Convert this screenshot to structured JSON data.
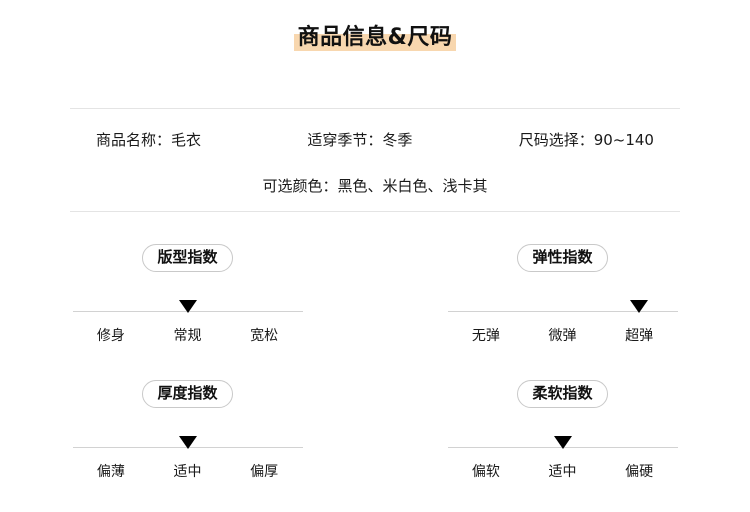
{
  "header": {
    "title": "商品信息&尺码",
    "highlight_color": "#f8d7af"
  },
  "info": {
    "row1": [
      {
        "label": "商品名称：",
        "value": "毛衣",
        "text": "商品名称：毛衣"
      },
      {
        "label": "适穿季节：",
        "value": "冬季",
        "text": "适穿季节：冬季"
      },
      {
        "label": "尺码选择：",
        "value": "90~140",
        "text": "尺码选择：90~140"
      }
    ],
    "row2": {
      "label": "可选颜色：",
      "value": "黑色、米白色、浅卡其",
      "text": "可选颜色：黑色、米白色、浅卡其"
    }
  },
  "indices": [
    {
      "name": "版型指数",
      "options": [
        "修身",
        "常规",
        "宽松"
      ],
      "selected_index": 1,
      "selected": "常规"
    },
    {
      "name": "弹性指数",
      "options": [
        "无弹",
        "微弹",
        "超弹"
      ],
      "selected_index": 2,
      "selected": "超弹"
    },
    {
      "name": "厚度指数",
      "options": [
        "偏薄",
        "适中",
        "偏厚"
      ],
      "selected_index": 1,
      "selected": "适中"
    },
    {
      "name": "柔软指数",
      "options": [
        "偏软",
        "适中",
        "偏硬"
      ],
      "selected_index": 1,
      "selected": "适中"
    }
  ],
  "colors": {
    "background": "#ffffff",
    "text": "#1a1a1a",
    "divider": "#e4e4e4",
    "scale_line": "#d2d2d2",
    "marker": "#000000",
    "pill_border": "#c9c9c9",
    "accent": "#f8d7af"
  }
}
